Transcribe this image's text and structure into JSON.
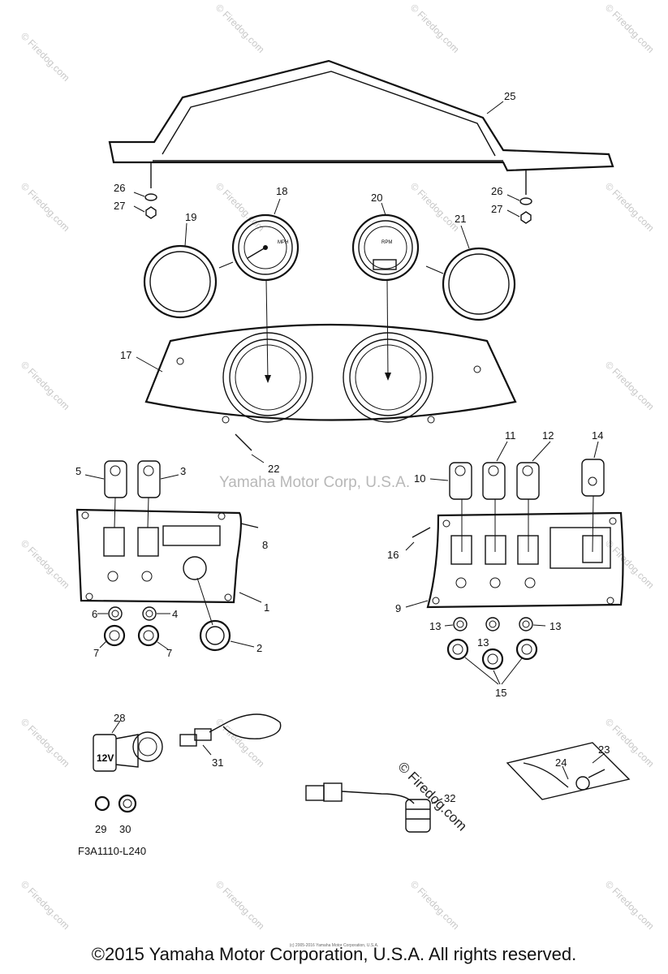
{
  "copyright": "©2015 Yamaha Motor Corporation, U.S.A. All rights reserved.",
  "tiny_note": "(c) 2005-2016 Yamaha Motor Corporation, U.S.A.",
  "part_code": "F3A1110-L240",
  "watermark_center": "Yamaha Motor Corp, U.S.A.",
  "watermark_diagonal": "© Firedog.com",
  "watermark_tile": "© Firedog.com",
  "gauges": {
    "speedometer_unit": "MPH",
    "tachometer_unit": "RPM"
  },
  "usb_label": "12V",
  "callouts": [
    {
      "id": "c25",
      "text": "25"
    },
    {
      "id": "c26a",
      "text": "26"
    },
    {
      "id": "c27a",
      "text": "27"
    },
    {
      "id": "c26b",
      "text": "26"
    },
    {
      "id": "c27b",
      "text": "27"
    },
    {
      "id": "c18",
      "text": "18"
    },
    {
      "id": "c20",
      "text": "20"
    },
    {
      "id": "c19",
      "text": "19"
    },
    {
      "id": "c21",
      "text": "21"
    },
    {
      "id": "c17",
      "text": "17"
    },
    {
      "id": "c22",
      "text": "22"
    },
    {
      "id": "c5",
      "text": "5"
    },
    {
      "id": "c3",
      "text": "3"
    },
    {
      "id": "c8",
      "text": "8"
    },
    {
      "id": "c1",
      "text": "1"
    },
    {
      "id": "c6",
      "text": "6"
    },
    {
      "id": "c4",
      "text": "4"
    },
    {
      "id": "c7a",
      "text": "7"
    },
    {
      "id": "c7b",
      "text": "7"
    },
    {
      "id": "c2",
      "text": "2"
    },
    {
      "id": "c11",
      "text": "11"
    },
    {
      "id": "c12",
      "text": "12"
    },
    {
      "id": "c14",
      "text": "14"
    },
    {
      "id": "c10",
      "text": "10"
    },
    {
      "id": "c16",
      "text": "16"
    },
    {
      "id": "c9",
      "text": "9"
    },
    {
      "id": "c13a",
      "text": "13"
    },
    {
      "id": "c13b",
      "text": "13"
    },
    {
      "id": "c13c",
      "text": "13"
    },
    {
      "id": "c15",
      "text": "15"
    },
    {
      "id": "c28",
      "text": "28"
    },
    {
      "id": "c31",
      "text": "31"
    },
    {
      "id": "c23",
      "text": "23"
    },
    {
      "id": "c24",
      "text": "24"
    },
    {
      "id": "c32",
      "text": "32"
    },
    {
      "id": "c29",
      "text": "29"
    },
    {
      "id": "c30",
      "text": "30"
    }
  ]
}
